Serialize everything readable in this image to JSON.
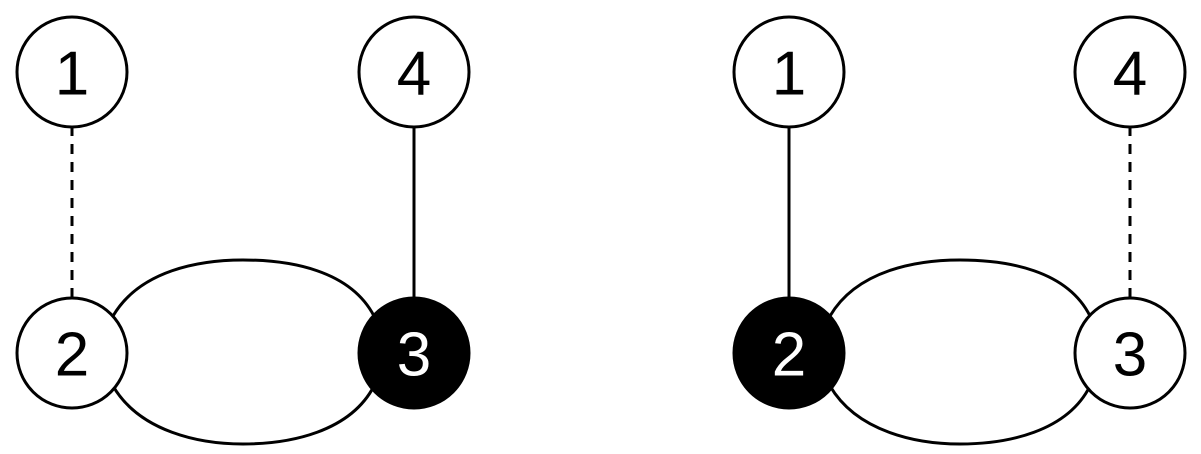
{
  "diagram": {
    "colors": {
      "stroke": "#000000",
      "open_fill": "#ffffff",
      "open_text": "#000000",
      "filled_fill": "#000000",
      "filled_text": "#ffffff"
    },
    "left": {
      "nodes": [
        {
          "id": "1",
          "label": "1",
          "filled": false
        },
        {
          "id": "2",
          "label": "2",
          "filled": false
        },
        {
          "id": "3",
          "label": "3",
          "filled": true
        },
        {
          "id": "4",
          "label": "4",
          "filled": false
        }
      ],
      "edges": [
        {
          "from": "1",
          "to": "2",
          "style": "dashed"
        },
        {
          "from": "4",
          "to": "3",
          "style": "solid"
        },
        {
          "from": "2",
          "to": "3",
          "style": "loop"
        }
      ]
    },
    "right": {
      "nodes": [
        {
          "id": "1",
          "label": "1",
          "filled": false
        },
        {
          "id": "2",
          "label": "2",
          "filled": true
        },
        {
          "id": "3",
          "label": "3",
          "filled": false
        },
        {
          "id": "4",
          "label": "4",
          "filled": false
        }
      ],
      "edges": [
        {
          "from": "1",
          "to": "2",
          "style": "solid"
        },
        {
          "from": "4",
          "to": "3",
          "style": "dashed"
        },
        {
          "from": "2",
          "to": "3",
          "style": "loop"
        }
      ]
    }
  }
}
